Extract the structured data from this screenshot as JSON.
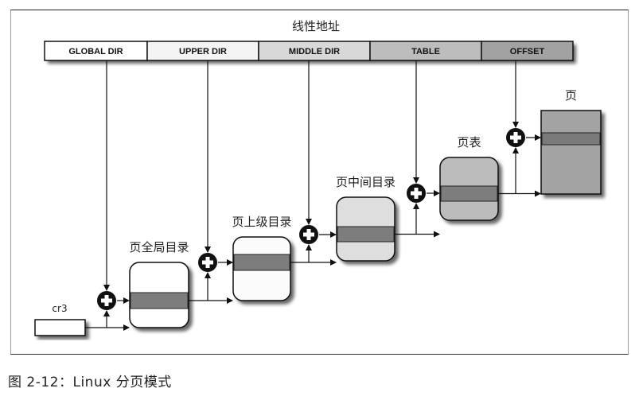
{
  "diagram": {
    "title": "线性地址",
    "address_segments": [
      {
        "label": "GLOBAL DIR",
        "color": "#ffffff"
      },
      {
        "label": "UPPER DIR",
        "color": "#f4f4f4"
      },
      {
        "label": "MIDDLE DIR",
        "color": "#d8d8d8"
      },
      {
        "label": "TABLE",
        "color": "#bdbdbd"
      },
      {
        "label": "OFFSET",
        "color": "#a2a2a2"
      }
    ],
    "register": {
      "label": "cr3"
    },
    "tables": [
      {
        "label": "页全局目录",
        "fill": "#ffffff",
        "entry_color": "#7d7d7d"
      },
      {
        "label": "页上级目录",
        "fill": "#fbfbfb",
        "entry_color": "#7d7d7d"
      },
      {
        "label": "页中间目录",
        "fill": "#dedede",
        "entry_color": "#7d7d7d"
      },
      {
        "label": "页表",
        "fill": "#bcbcbc",
        "entry_color": "#7d7d7d"
      },
      {
        "label": "页",
        "fill": "#a3a3a3",
        "entry_color": "#7a7a7a"
      }
    ],
    "adder_icon": "plus-circle-icon"
  },
  "caption": "图 2-12：Linux 分页模式"
}
